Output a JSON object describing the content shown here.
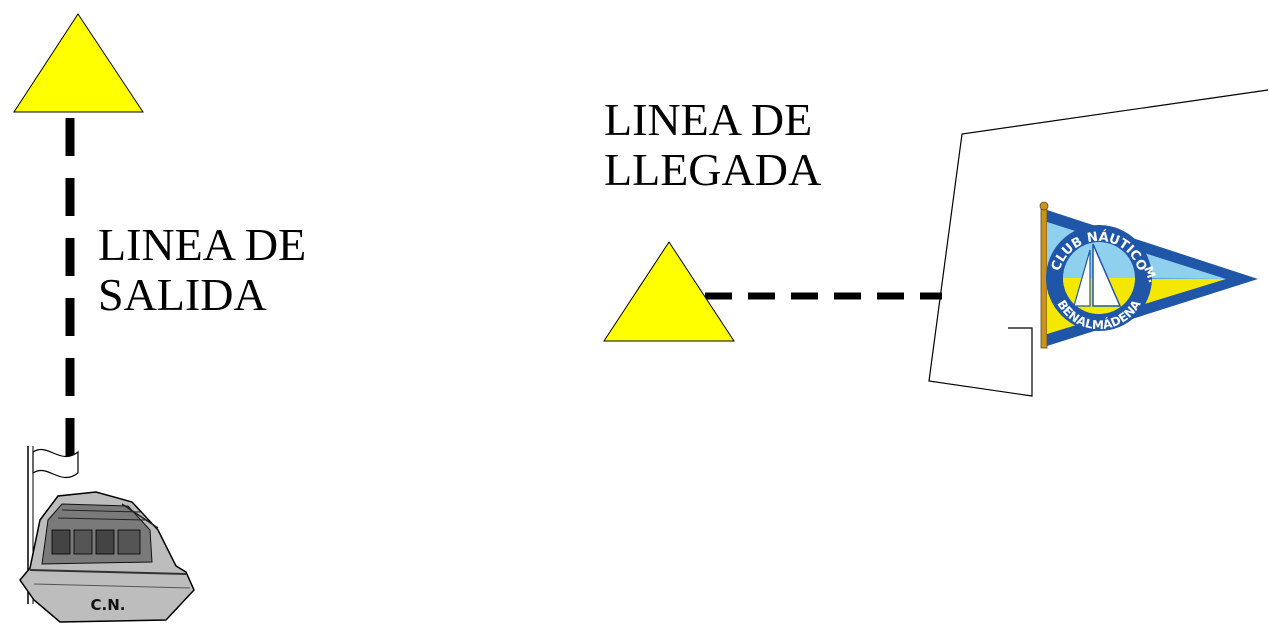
{
  "start_line": {
    "label_line1": "LINEA DE",
    "label_line2": "SALIDA"
  },
  "finish_line": {
    "label_line1": "LINEA DE",
    "label_line2": "LLEGADA"
  },
  "committee_boat": {
    "hull_text": "C.N."
  },
  "club_pennant": {
    "text_top": "CLUB NÁUTICO",
    "text_bottom": "BENALMÁDENA",
    "text_right": "M."
  },
  "colors": {
    "buoy_fill": "#ffff00",
    "pennant_blue": "#1f56a8",
    "pennant_yellow": "#f5e800",
    "pennant_light_blue": "#8fd0ee",
    "line": "#000000"
  },
  "icons": {
    "start_buoy": "triangle-buoy-icon",
    "finish_buoy": "triangle-buoy-icon",
    "committee_boat": "boat-icon",
    "boat_flag": "flag-icon",
    "club_pennant": "pennant-icon"
  }
}
